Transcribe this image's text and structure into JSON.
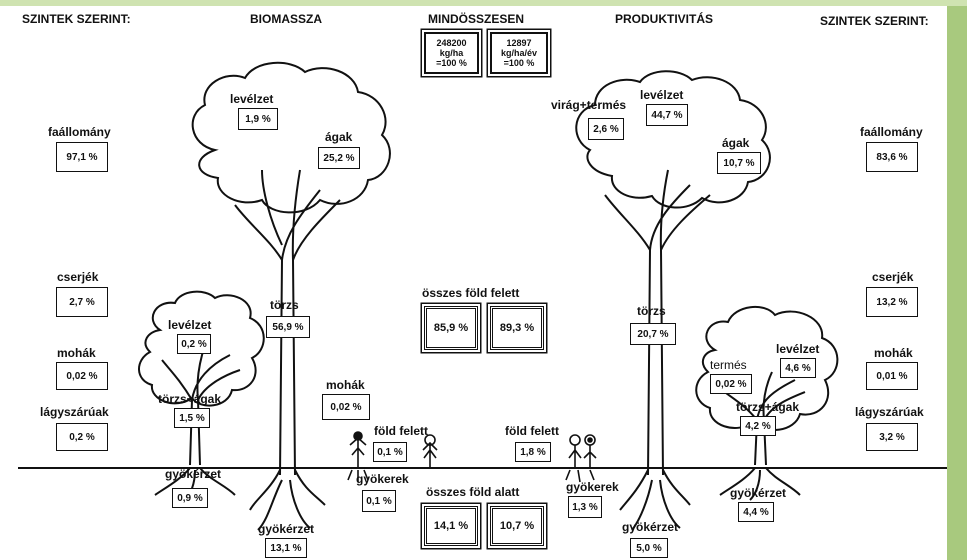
{
  "headers": {
    "left_levels": "SZINTEK SZERINT:",
    "biomass": "BIOMASSZA",
    "total": "MINDÖSSZESEN",
    "productivity": "PRODUKTIVITÁS",
    "right_levels": "SZINTEK SZERINT:"
  },
  "totals": {
    "biomass": {
      "line1": "248200",
      "line2": "kg/ha",
      "line3": "=100 %"
    },
    "productivity": {
      "line1": "12897",
      "line2": "kg/ha/év",
      "line3": "=100 %"
    }
  },
  "left_levels": {
    "tree_stand": {
      "label": "faállomány",
      "value": "97,1 %"
    },
    "shrubs": {
      "label": "cserjék",
      "value": "2,7 %"
    },
    "mosses": {
      "label": "mohák",
      "value": "0,02 %"
    },
    "herbs": {
      "label": "lágyszárúak",
      "value": "0,2 %"
    }
  },
  "right_levels": {
    "tree_stand": {
      "label": "faállomány",
      "value": "83,6 %"
    },
    "shrubs": {
      "label": "cserjék",
      "value": "13,2 %"
    },
    "mosses": {
      "label": "mohák",
      "value": "0,01 %"
    },
    "herbs": {
      "label": "lágyszárúak",
      "value": "3,2 %"
    }
  },
  "biomass_tree": {
    "foliage": {
      "label": "levélzet",
      "value": "1,9 %"
    },
    "branches": {
      "label": "ágak",
      "value": "25,2 %"
    },
    "trunk": {
      "label": "törzs",
      "value": "56,9 %"
    },
    "roots": {
      "label": "gyökérzet",
      "value": "13,1 %"
    }
  },
  "biomass_shrub": {
    "foliage": {
      "label": "levélzet",
      "value": "0,2 %"
    },
    "trunk_branches": {
      "label": "törzs+ágak",
      "value": "1,5 %"
    },
    "roots": {
      "label": "gyökérzet",
      "value": "0,9 %"
    }
  },
  "biomass_moss": {
    "label": "mohák",
    "value": "0,02 %"
  },
  "biomass_herb": {
    "above": {
      "label": "föld felett",
      "value": "0,1 %"
    },
    "roots": {
      "label": "gyökerek",
      "value": "0,1 %"
    }
  },
  "center": {
    "above_label": "összes föld felett",
    "above_biomass": "85,9 %",
    "above_prod": "89,3 %",
    "below_label": "összes föld alatt",
    "below_biomass": "14,1 %",
    "below_prod": "10,7 %"
  },
  "prod_herb": {
    "above": {
      "label": "föld felett",
      "value": "1,8 %"
    },
    "roots": {
      "label": "gyökerek",
      "value": "1,3 %"
    }
  },
  "prod_tree": {
    "flowers": {
      "label": "virág+termés",
      "value": "2,6 %"
    },
    "foliage": {
      "label": "levélzet",
      "value": "44,7 %"
    },
    "branches": {
      "label": "ágak",
      "value": "10,7 %"
    },
    "trunk": {
      "label": "törzs",
      "value": "20,7 %"
    },
    "roots": {
      "label": "gyökérzet",
      "value": "5,0 %"
    }
  },
  "prod_shrub": {
    "fruit": {
      "label": "termés",
      "value": "0,02 %"
    },
    "foliage": {
      "label": "levélzet",
      "value": "4,6 %"
    },
    "trunk_branches": {
      "label": "törzs+ágak",
      "value": "4,2 %"
    },
    "roots": {
      "label": "gyökérzet",
      "value": "4,4 %"
    }
  }
}
